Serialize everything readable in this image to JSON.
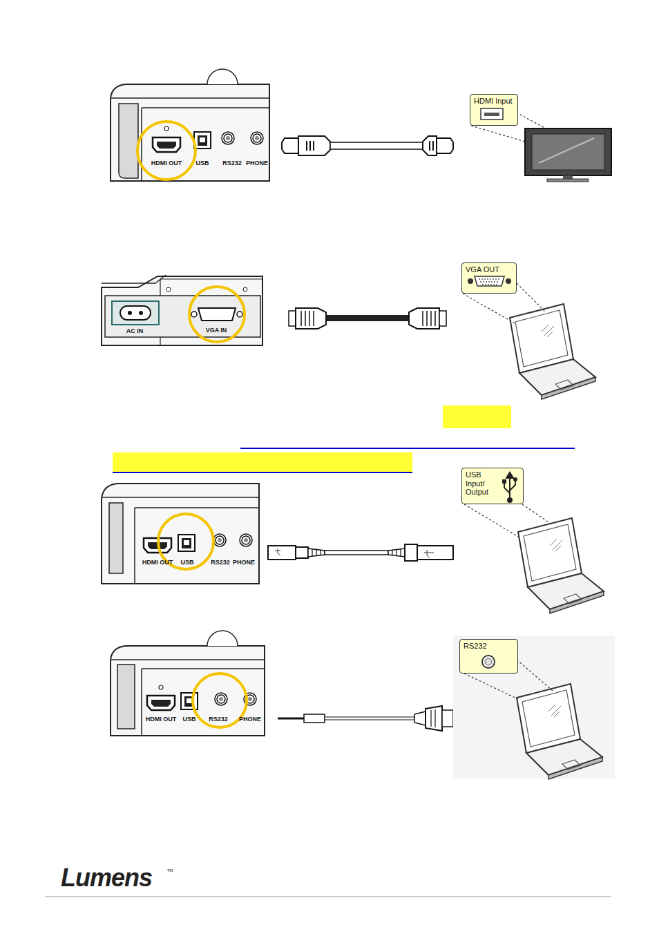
{
  "diagram": {
    "nodes": [
      {
        "text": [
          "HDMI Input"
        ]
      },
      {
        "text": [
          "VGA OUT"
        ]
      },
      {
        "text": [
          "USB Input/ Output"
        ]
      },
      {
        "text": [
          "RS232"
        ]
      }
    ],
    "labels": [
      "HDMI OUT",
      "USB",
      "RS232",
      "PHONE",
      "AC IN",
      "VGA IN",
      "HDMI OUT",
      "USB",
      "RS232",
      "PHONE",
      "HDMI OUT",
      "USB",
      "RS232",
      "PHONE",
      "Lumens",
      "TM"
    ]
  }
}
